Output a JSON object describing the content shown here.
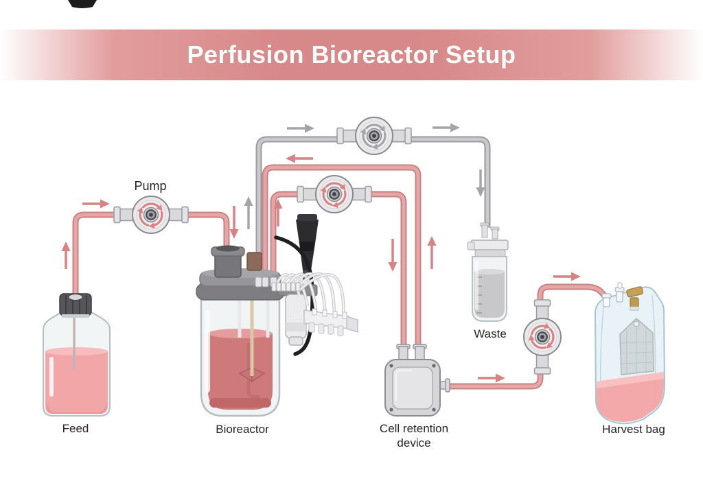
{
  "title": "Perfusion Bioreactor Setup",
  "labels": {
    "pump": "Pump",
    "feed": "Feed",
    "bioreactor": "Bioreactor",
    "waste": "Waste",
    "cell_retention_line1": "Cell retention",
    "cell_retention_line2": "device",
    "harvest_bag": "Harvest bag"
  },
  "colors": {
    "banner": "#d78888",
    "tube_pink": "#e7a6a6",
    "tube_pink_edge": "#c68383",
    "tube_gray": "#cacacd",
    "tube_gray_edge": "#9b9b9f",
    "arrow_pink": "#d88383",
    "arrow_gray": "#a5a5a9",
    "feed_liquid": "#f2a6a8",
    "bioreactor_liquid": "#ce7a7a",
    "waste_liquid": "#c8c8ca",
    "harvest_liquid": "#f3a3a5"
  }
}
